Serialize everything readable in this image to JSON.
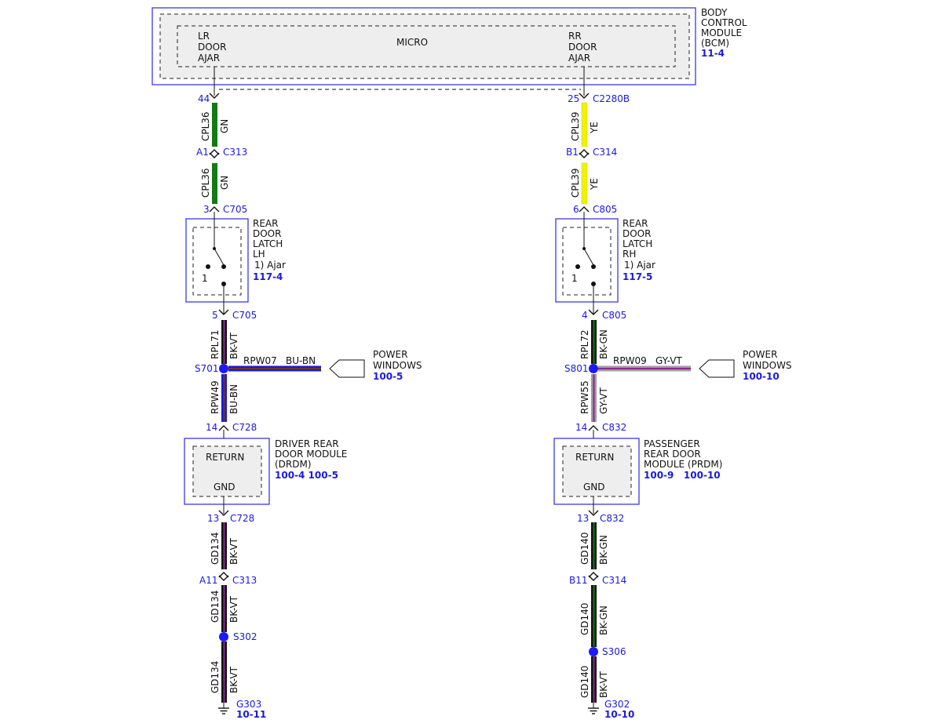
{
  "colors": {
    "GN": "#127a12",
    "YE": "#f2f200",
    "BK": "#111111",
    "VT": "#8a2a8a",
    "BU": "#1a1ad0",
    "BN": "#6b3a1a",
    "GY": "#a39aa3",
    "label_blue": "#1a1adc"
  },
  "bcm": {
    "name_lines": [
      "BODY",
      "CONTROL",
      "MODULE",
      "(BCM)"
    ],
    "ref": "11-4",
    "micro": "MICRO",
    "left_pin_lines": [
      "LR",
      "DOOR",
      "AJAR"
    ],
    "right_pin_lines": [
      "RR",
      "DOOR",
      "AJAR"
    ]
  },
  "left": {
    "bcm_pin": "44",
    "bcm_conn": "",
    "wire1": {
      "circuit": "CPL36",
      "color": "GN"
    },
    "c313_pin": "A1",
    "c313": "C313",
    "wire2": {
      "circuit": "CPL36",
      "color": "GN"
    },
    "latch_top_pin": "3",
    "latch_top_conn": "C705",
    "latch_lines": [
      "REAR",
      "DOOR",
      "LATCH",
      "LH"
    ],
    "latch_note": "1) Ajar",
    "latch_ref": "117-4",
    "latch_switch_num": "1",
    "latch_bot_pin": "5",
    "latch_bot_conn": "C705",
    "wire3": {
      "circuit": "RPL71",
      "color": "BK-VT"
    },
    "splice": "S701",
    "branch": {
      "circuit": "RPW07",
      "color": "BU-BN"
    },
    "pw_lines": [
      "POWER",
      "WINDOWS"
    ],
    "pw_ref": "100-5",
    "wire4": {
      "circuit": "RPW49",
      "color": "BU-BN"
    },
    "mod_top_pin": "14",
    "mod_top_conn": "C728",
    "mod_return": "RETURN",
    "mod_gnd": "GND",
    "mod_lines": [
      "DRIVER REAR",
      "DOOR MODULE",
      "(DRDM)"
    ],
    "mod_refs": "100-4 100-5",
    "mod_bot_pin": "13",
    "mod_bot_conn": "C728",
    "wire5": {
      "circuit": "GD134",
      "color": "BK-VT"
    },
    "c313b_pin": "A11",
    "c313b": "C313",
    "wire6": {
      "circuit": "GD134",
      "color": "BK-VT"
    },
    "splice2": "S302",
    "wire7": {
      "circuit": "GD134",
      "color": "BK-VT"
    },
    "ground": "G303",
    "ground_ref": "10-11"
  },
  "right": {
    "bcm_pin": "25",
    "bcm_conn": "C2280B",
    "wire1": {
      "circuit": "CPL39",
      "color": "YE"
    },
    "c314_pin": "B1",
    "c314": "C314",
    "wire2": {
      "circuit": "CPL39",
      "color": "YE"
    },
    "latch_top_pin": "6",
    "latch_top_conn": "C805",
    "latch_lines": [
      "REAR",
      "DOOR",
      "LATCH",
      "RH"
    ],
    "latch_note": "1) Ajar",
    "latch_ref": "117-5",
    "latch_switch_num": "1",
    "latch_bot_pin": "4",
    "latch_bot_conn": "C805",
    "wire3": {
      "circuit": "RPL72",
      "color": "BK-GN"
    },
    "splice": "S801",
    "branch": {
      "circuit": "RPW09",
      "color": "GY-VT"
    },
    "pw_lines": [
      "POWER",
      "WINDOWS"
    ],
    "pw_ref": "100-10",
    "wire4": {
      "circuit": "RPW55",
      "color": "GY-VT"
    },
    "mod_top_pin": "14",
    "mod_top_conn": "C832",
    "mod_return": "RETURN",
    "mod_gnd": "GND",
    "mod_lines": [
      "PASSENGER",
      "REAR DOOR",
      "MODULE (PRDM)"
    ],
    "mod_refs": "100-9   100-10",
    "mod_bot_pin": "13",
    "mod_bot_conn": "C832",
    "wire5": {
      "circuit": "GD140",
      "color": "BK-GN"
    },
    "c314b_pin": "B11",
    "c314b": "C314",
    "wire6": {
      "circuit": "GD140",
      "color": "BK-GN"
    },
    "splice2": "S306",
    "wire7": {
      "circuit": "GD140",
      "color": "BK-VT"
    },
    "ground": "G302",
    "ground_ref": "10-10"
  }
}
